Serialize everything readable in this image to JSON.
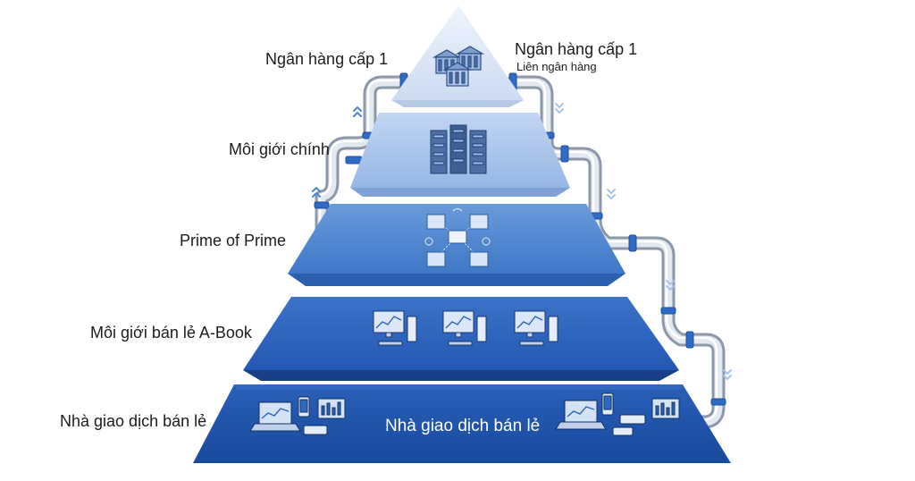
{
  "levels": {
    "tier1_left": "Ngân hàng cấp 1",
    "tier1_right": "Ngân hàng cấp 1",
    "tier1_right_sub": "Liên ngân hàng",
    "prime_broker": "Môi giới chính",
    "prime_of_prime": "Prime of Prime",
    "retail_abook": "Môi giới bán lẻ A-Book",
    "retail_traders_left": "Nhà giao dịch bán lẻ",
    "retail_traders_inner": "Nhà giao dịch bán lẻ"
  },
  "icons": {
    "tier1": "bank-buildings-icon",
    "prime": "server-rack-icon",
    "pop": "network-nodes-icon",
    "abook": "desktop-workstation-icon",
    "retail": "laptop-phone-icon"
  },
  "colors": {
    "tier1": "#dbe6f6",
    "prime": "#a9c4ea",
    "pop": "#4f86d0",
    "abook": "#2862bd",
    "retail": "#1a4ea8",
    "pipe": "#c9d2dd",
    "flange": "#2f6bc5"
  }
}
